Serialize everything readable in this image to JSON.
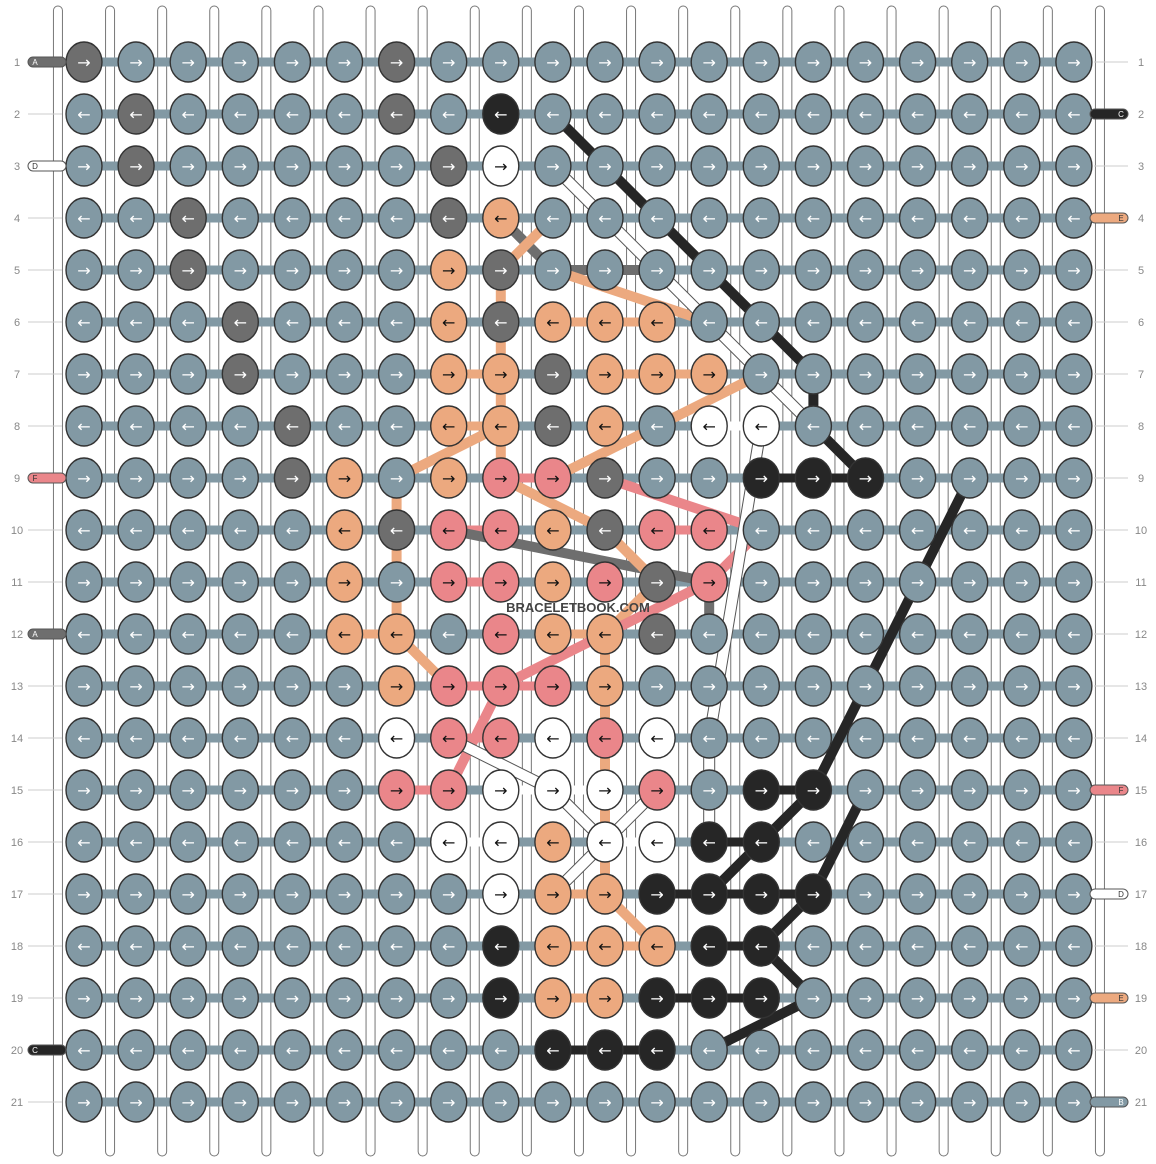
{
  "watermark": "BRACELETBOOK.COM",
  "row_numbers": [
    "1",
    "2",
    "3",
    "4",
    "5",
    "6",
    "7",
    "8",
    "9",
    "10",
    "11",
    "12",
    "13",
    "14",
    "15",
    "16",
    "17",
    "18",
    "19",
    "20",
    "21"
  ],
  "colors": {
    "grey_blue": "#8299a4",
    "dark_grey": "#6e6e6e",
    "black": "#262626",
    "white": "#ffffff",
    "peach": "#eca97f",
    "pink": "#ea868a",
    "outline": "#333333",
    "warp": "#ffffff"
  },
  "strands": {
    "left": [
      {
        "row": 1,
        "label": "A",
        "color": "dark_grey"
      },
      {
        "row": 3,
        "label": "D",
        "color": "white"
      },
      {
        "row": 9,
        "label": "F",
        "color": "pink"
      },
      {
        "row": 12,
        "label": "A",
        "color": "dark_grey"
      },
      {
        "row": 20,
        "label": "C",
        "color": "black"
      }
    ],
    "right": [
      {
        "row": 2,
        "label": "C",
        "color": "black"
      },
      {
        "row": 4,
        "label": "E",
        "color": "peach"
      },
      {
        "row": 15,
        "label": "F",
        "color": "pink"
      },
      {
        "row": 17,
        "label": "D",
        "color": "white"
      },
      {
        "row": 19,
        "label": "E",
        "color": "peach"
      },
      {
        "row": 21,
        "label": "B",
        "color": "grey_blue"
      }
    ]
  },
  "arrows": {
    "right": "→",
    "left": "←",
    "odd_row_direction": "right",
    "even_row_direction": "left"
  },
  "knot_legend": {
    "B": "grey_blue",
    "G": "dark_grey",
    "K": "black",
    "W": "white",
    "P": "peach",
    "R": "pink"
  },
  "grid": [
    "GBBBBBGBBBBBBBBBBBBB",
    "BGBBBBGBKBBBBBBBBBBB",
    "BGBBBBBGWBBBBBBBBBBB",
    "BBGBBBBGPBBBBBBBBBBB",
    "BBGBBBBPGBBBBBBBBBBB",
    "BBBGBBBPGPPPBBBBBBBB",
    "BBBGBBBPPGPPPBBBBBBB",
    "BBBBGBBPPGPBWWBBBBBB",
    "BBBBGPBPRRGBBKKKBBBB",
    "BBBBBPGRRPGRRBBBBBBB",
    "BBBBBPBRRPRGRBBBBBBB",
    "BBBBBPPBRPPGBBBBBBBB",
    "BBBBBBPRRRPBBBBBBBBB",
    "BBBBBBWRRWRWBBBBBBBB",
    "BBBBBBRRWWWRBKKBBBBB",
    "BBBBBBBWWPWWKKBBBBBB",
    "BBBBBBBBWPPKKKKBBBBB",
    "BBBBBBBBKPPPKKBBBBBB",
    "BBBBBBBBKPPKKKBBBBBB",
    "BBBBBBBBBKKKBBBBBBBB",
    "BBBBBBBBBBBBBBBBBBBB"
  ],
  "thread_paths": [
    {
      "color": "black",
      "points": [
        [
          9,
          2
        ],
        [
          10,
          3
        ],
        [
          11,
          4
        ],
        [
          12,
          5
        ],
        [
          13,
          6
        ],
        [
          14,
          7
        ],
        [
          14,
          8
        ],
        [
          15,
          9
        ]
      ]
    },
    {
      "color": "black",
      "points": [
        [
          17,
          9
        ],
        [
          16,
          11
        ],
        [
          15,
          13
        ],
        [
          14,
          15
        ],
        [
          13,
          16
        ],
        [
          12,
          17
        ]
      ]
    },
    {
      "color": "black",
      "points": [
        [
          15,
          15
        ],
        [
          14,
          17
        ],
        [
          13,
          18
        ],
        [
          14,
          19
        ],
        [
          12,
          20
        ]
      ]
    },
    {
      "color": "dark_grey",
      "points": [
        [
          8,
          4
        ],
        [
          9,
          5
        ],
        [
          11,
          5
        ]
      ]
    },
    {
      "color": "dark_grey",
      "points": [
        [
          7,
          10
        ],
        [
          12,
          11
        ],
        [
          12,
          12
        ]
      ]
    },
    {
      "color": "peach",
      "points": [
        [
          9,
          4
        ],
        [
          8,
          5
        ],
        [
          8,
          6
        ],
        [
          8,
          9
        ],
        [
          10,
          10
        ],
        [
          11,
          11
        ],
        [
          10,
          12
        ],
        [
          10,
          13
        ],
        [
          10,
          14
        ],
        [
          10,
          17
        ],
        [
          11,
          18
        ]
      ]
    },
    {
      "color": "peach",
      "points": [
        [
          9,
          5
        ],
        [
          12,
          6
        ],
        [
          13,
          7
        ],
        [
          11,
          8
        ],
        [
          9,
          9
        ]
      ]
    },
    {
      "color": "peach",
      "points": [
        [
          8,
          8
        ],
        [
          6,
          9
        ],
        [
          6,
          12
        ],
        [
          7,
          13
        ]
      ]
    },
    {
      "color": "pink",
      "points": [
        [
          10,
          9
        ],
        [
          13,
          10
        ],
        [
          12,
          11
        ],
        [
          8,
          13
        ],
        [
          7,
          15
        ]
      ]
    },
    {
      "color": "white",
      "points": [
        [
          9,
          3
        ],
        [
          14,
          8
        ]
      ]
    },
    {
      "color": "white",
      "points": [
        [
          13,
          8
        ],
        [
          12,
          14
        ],
        [
          12,
          16
        ]
      ]
    },
    {
      "color": "white",
      "points": [
        [
          7,
          14
        ],
        [
          9,
          15
        ],
        [
          10,
          16
        ]
      ]
    },
    {
      "color": "white",
      "points": [
        [
          11,
          15
        ],
        [
          9,
          17
        ]
      ]
    }
  ]
}
